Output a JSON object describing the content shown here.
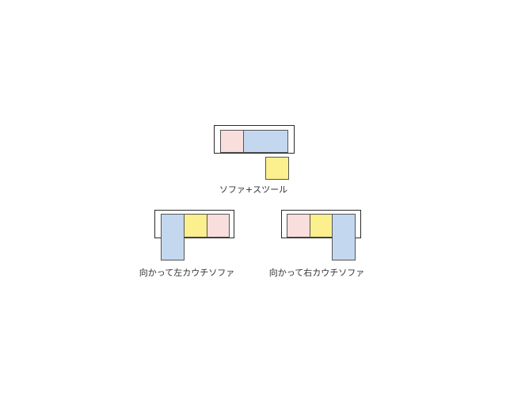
{
  "diagrams": [
    {
      "caption": "ソファ+スツール"
    },
    {
      "caption": "向かって左カウチソファ"
    },
    {
      "caption": "向かって右カウチソファ"
    }
  ],
  "colors": {
    "pink": "#f8dedd",
    "blue": "#c3d8ef",
    "yellow": "#fbef8e",
    "outline": "#2a2a2a"
  }
}
